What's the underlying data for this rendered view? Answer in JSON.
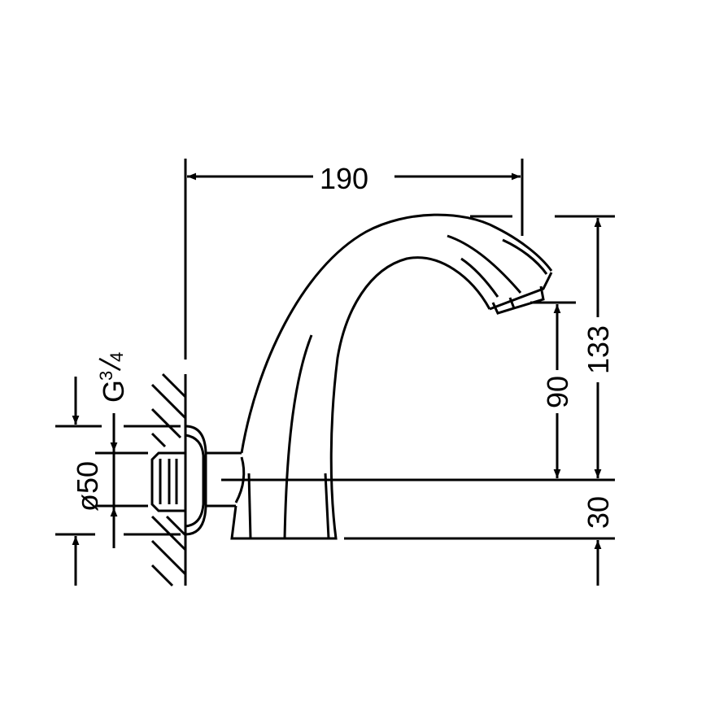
{
  "drawing": {
    "title": "Faucet dimension drawing",
    "line_color": "#000000",
    "background": "#ffffff",
    "dimensions": {
      "spout_reach": "190",
      "total_height": "133",
      "outlet_height": "90",
      "base_height": "30",
      "flange_diameter": "ø50",
      "thread": "G",
      "thread_fraction_num": "3",
      "thread_fraction_den": "4"
    }
  }
}
